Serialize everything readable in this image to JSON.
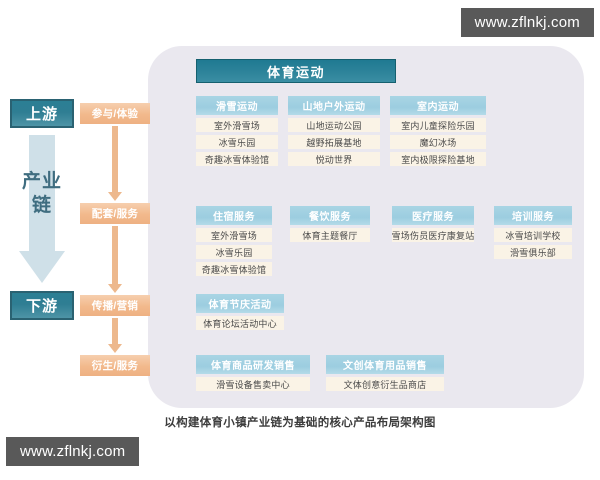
{
  "watermarks": {
    "top_right": "www.zflnkj.com",
    "bottom_left": "www.zflnkj.com"
  },
  "rail": {
    "upstream_label": "上游",
    "downstream_label": "下游",
    "chain_label": "产业链",
    "stages": [
      "参与/体验",
      "配套/服务",
      "传播/营销",
      "衍生/服务"
    ]
  },
  "master": {
    "title": "体育运动"
  },
  "groups": [
    {
      "id": "ski",
      "header": "滑雪运动",
      "items": [
        "室外滑雪场",
        "冰雪乐园",
        "奇趣冰雪体验馆"
      ]
    },
    {
      "id": "mountain",
      "header": "山地户外运动",
      "items": [
        "山地运动公园",
        "越野拓展基地",
        "悦动世界"
      ]
    },
    {
      "id": "indoor",
      "header": "室内运动",
      "items": [
        "室内儿童探险乐园",
        "魔幻冰场",
        "室内极限探险基地"
      ]
    },
    {
      "id": "stay",
      "header": "住宿服务",
      "items": [
        "室外滑雪场",
        "冰雪乐园",
        "奇趣冰雪体验馆"
      ]
    },
    {
      "id": "food",
      "header": "餐饮服务",
      "items": [
        "体育主题餐厅"
      ]
    },
    {
      "id": "medical",
      "header": "医疗服务",
      "items": [
        "雪场伤员医疗康复站"
      ]
    },
    {
      "id": "training",
      "header": "培训服务",
      "items": [
        "冰雪培训学校",
        "滑雪俱乐部"
      ]
    },
    {
      "id": "festival",
      "header": "体育节庆活动",
      "items": [
        "体育论坛活动中心"
      ]
    },
    {
      "id": "goods",
      "header": "体育商品研发销售",
      "items": [
        "滑雪设备售卖中心"
      ]
    },
    {
      "id": "cultural",
      "header": "文创体育用品销售",
      "items": [
        "文体创意衍生品商店"
      ]
    }
  ],
  "caption": "以构建体育小镇产业链为基础的核心产品布局架构图",
  "colors": {
    "panel_bg": "#eae8ef",
    "master_header": "#2c8299",
    "group_header": "#9ccde0",
    "chip_bg": "#faf3e6",
    "stage_orange": "#f2b98c",
    "badge_teal": "#2f7e93",
    "arrow_blue": "#cfe0e8"
  }
}
